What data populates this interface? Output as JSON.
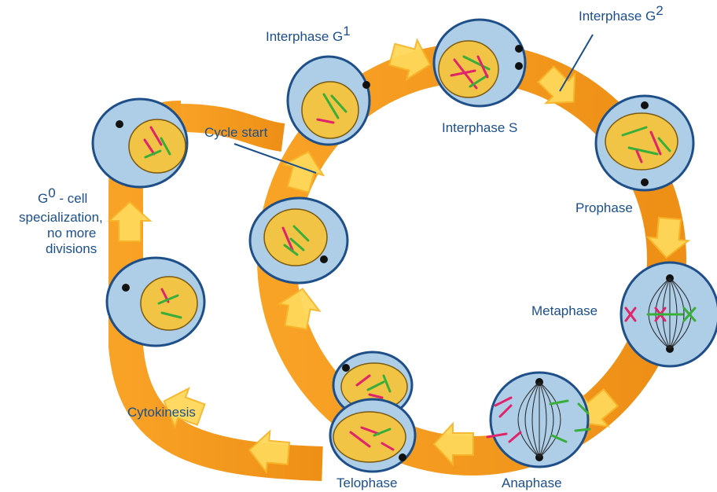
{
  "labels": {
    "interphase_g1": {
      "text": "Interphase G",
      "sup": "1"
    },
    "interphase_g2": {
      "text": "Interphase G",
      "sup": "2"
    },
    "interphase_s": "Interphase S",
    "cycle_start": "Cycle start",
    "prophase": "Prophase",
    "metaphase": "Metaphase",
    "anaphase": "Anaphase",
    "telophase": "Telophase",
    "cytokinesis": "Cytokinesis",
    "g0": {
      "text": "G",
      "sup": "0",
      "rest": " - cell",
      "lines": [
        "specialization,",
        "no more",
        "divisions"
      ]
    }
  },
  "colors": {
    "arrow": "#f5a623",
    "arrow_light": "#ffd85a",
    "cell": "#aecde6",
    "cell_edge": "#1f4f88",
    "nucleus": "#f2c445",
    "nucleus_edge": "#7a5a10",
    "chromosome_red": "#e0236a",
    "chromosome_green": "#3aae3a",
    "label": "#1c4f8a"
  }
}
